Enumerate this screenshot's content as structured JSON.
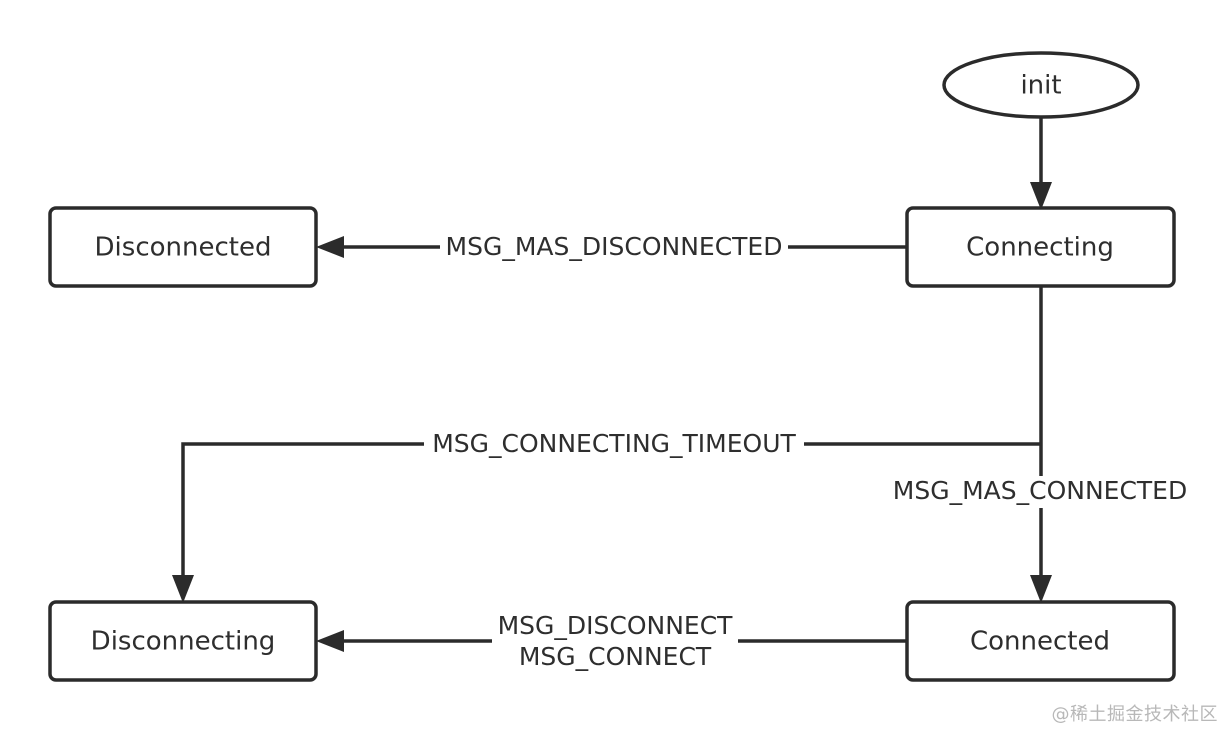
{
  "diagram": {
    "nodes": {
      "init": "init",
      "connecting": "Connecting",
      "disconnected": "Disconnected",
      "connected": "Connected",
      "disconnecting": "Disconnecting"
    },
    "edges": {
      "connecting_to_disconnected": "MSG_MAS_DISCONNECTED",
      "connecting_timeout": "MSG_CONNECTING_TIMEOUT",
      "connecting_to_connected": "MSG_MAS_CONNECTED",
      "connected_to_disconnecting_line1": "MSG_DISCONNECT",
      "connected_to_disconnecting_line2": "MSG_CONNECT"
    }
  },
  "watermark": "@稀土掘金技术社区",
  "colors": {
    "stroke": "#2b2b2b",
    "text": "#2e2e2e",
    "watermark": "#b8b8b8",
    "background": "#ffffff"
  }
}
